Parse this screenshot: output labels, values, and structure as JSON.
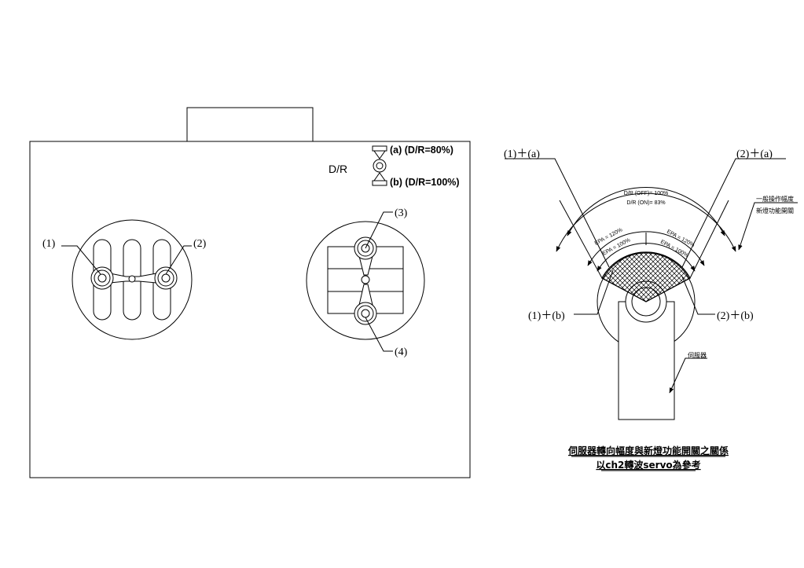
{
  "transmitter_panel": {
    "dr_title": "D/R",
    "legend": {
      "a": "(a) (D/R=80%)",
      "b": "(b) (D/R=100%)"
    },
    "labels": {
      "l1": "(1)",
      "l2": "(2)",
      "l3": "(3)",
      "l4": "(4)"
    }
  },
  "servo_diagram": {
    "labels": {
      "l1a": "(1)＋(a)",
      "l2a": "(2)＋(a)",
      "l1b": "(1)＋(b)",
      "l2b": "(2)＋(b)"
    },
    "dr_off": "D/R (OFF)= 100%",
    "dr_on": "D/R (ON)= 83%",
    "epa_120_left": "EPA = 120%",
    "epa_100_left": "EPA = 100%",
    "epa_120_right": "EPA = 120%",
    "epa_100_right": "EPA = 100%",
    "note_line1": "一般操作幅度",
    "note_line2": "新燈功能開關",
    "servo_label": "伺服器",
    "caption_line1": "伺服器轉向幅度與新燈功能開關之關係",
    "caption_line2": "以ch2轉波servo為參考"
  }
}
